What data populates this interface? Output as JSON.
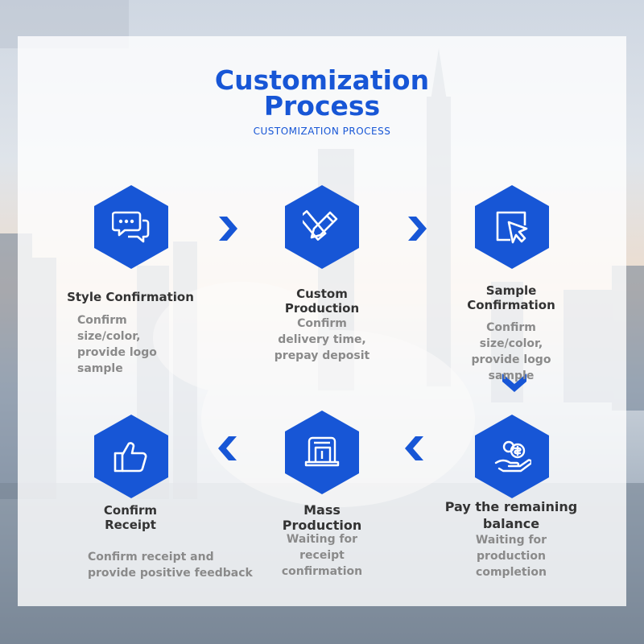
{
  "header": {
    "title_line1": "Customization",
    "title_line2": "Process",
    "subtitle": "CUSTOMIZATION PROCESS"
  },
  "colors": {
    "accent": "#1756d6",
    "title_text": "#333333",
    "desc_text": "#8a8a8a"
  },
  "steps": [
    {
      "icon": "chat-bubbles-icon",
      "title": "Style Confirmation",
      "desc": [
        "Confirm",
        "size/color,",
        "provide logo",
        "sample"
      ]
    },
    {
      "icon": "pencil-ruler-icon",
      "title": [
        "Custom",
        "Production"
      ],
      "desc": [
        "Confirm",
        "delivery time,",
        "prepay deposit"
      ]
    },
    {
      "icon": "cursor-click-icon",
      "title": [
        "Sample",
        "Confirmation"
      ],
      "desc": [
        "Confirm",
        "size/color,",
        "provide logo",
        "sample"
      ]
    },
    {
      "icon": "hand-coin-icon",
      "title": [
        "Pay the remaining",
        "balance"
      ],
      "desc": [
        "Waiting for",
        "production",
        "completion"
      ]
    },
    {
      "icon": "sewing-machine-icon",
      "title": [
        "Mass",
        "Production"
      ],
      "desc": [
        "Waiting for",
        "receipt",
        "confirmation"
      ]
    },
    {
      "icon": "thumbs-up-icon",
      "title": [
        "Confirm",
        "Receipt"
      ],
      "desc": [
        "Confirm receipt and",
        "provide positive feedback"
      ]
    }
  ]
}
